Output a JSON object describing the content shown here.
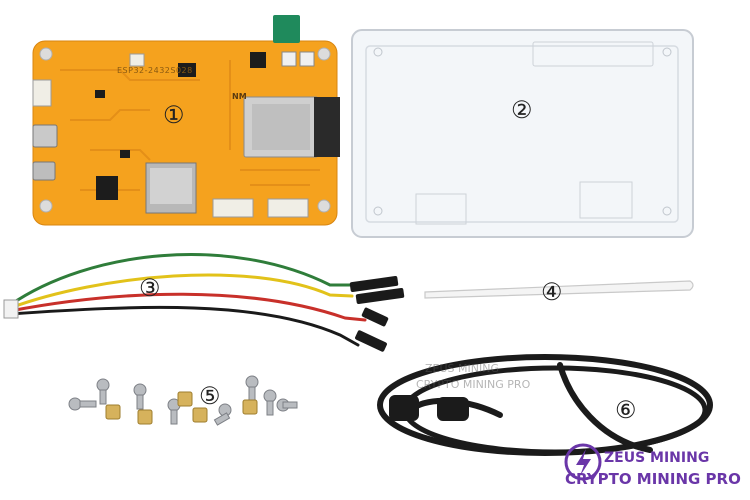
{
  "image": {
    "labels": {
      "board": "①",
      "case": "②",
      "cable": "③",
      "stylus": "④",
      "screws": "⑤",
      "usb_cable": "⑥"
    },
    "pcb_text": "ESP32-2432S028",
    "pcb_mark": "NM",
    "watermark": {
      "ghost_line1": "ZEUS MINING",
      "ghost_line2": "CRYPTO MINING PRO",
      "brand_top": "ZEUS MINING",
      "brand_bottom": "CRYPTO MINING PRO"
    },
    "colors": {
      "pcb": "#f5a21e",
      "wire_red": "#c8302a",
      "wire_yellow": "#e2c21a",
      "wire_green": "#2f7d3a",
      "wire_black": "#1a1a1a",
      "brand": "#6a36a8"
    }
  }
}
